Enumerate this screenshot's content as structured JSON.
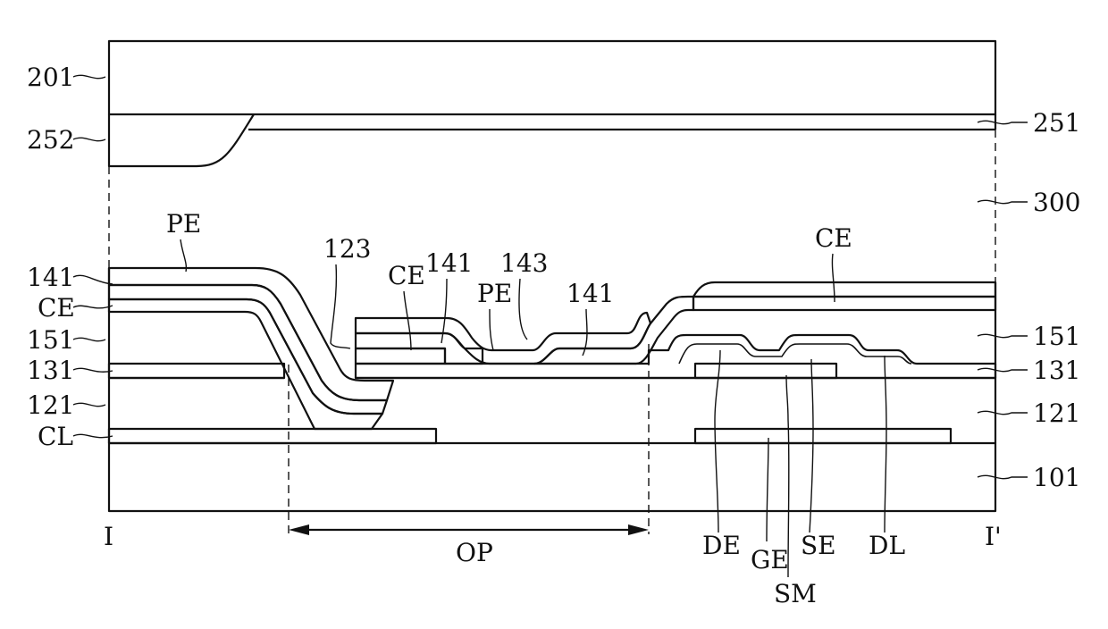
{
  "figure": {
    "labels": {
      "l201": "201",
      "l252": "252",
      "l251": "251",
      "l300": "300",
      "l141_left": "141",
      "lCE_left": "CE",
      "l151_left": "151",
      "l131_left": "131",
      "l121_left": "121",
      "lCL": "CL",
      "lPE_top": "PE",
      "l123": "123",
      "lCE_mid": "CE",
      "l141_mid": "141",
      "l143": "143",
      "lPE_mid": "PE",
      "l141_right": "141",
      "lCE_right": "CE",
      "l151_right": "151",
      "l131_right": "131",
      "l121_right": "121",
      "l101": "101",
      "lI": "I",
      "lIprime": "I'",
      "lOP": "OP",
      "lDE": "DE",
      "lGE": "GE",
      "lSE": "SE",
      "lDL": "DL",
      "lSM": "SM"
    },
    "patterns": {
      "electrode_hatch": "diagonal-hatch",
      "passivation_fill": "stipple-dots",
      "semiconductor_fill": "cross-hatch"
    },
    "colors": {
      "line": "#111111",
      "background": "#ffffff"
    }
  }
}
